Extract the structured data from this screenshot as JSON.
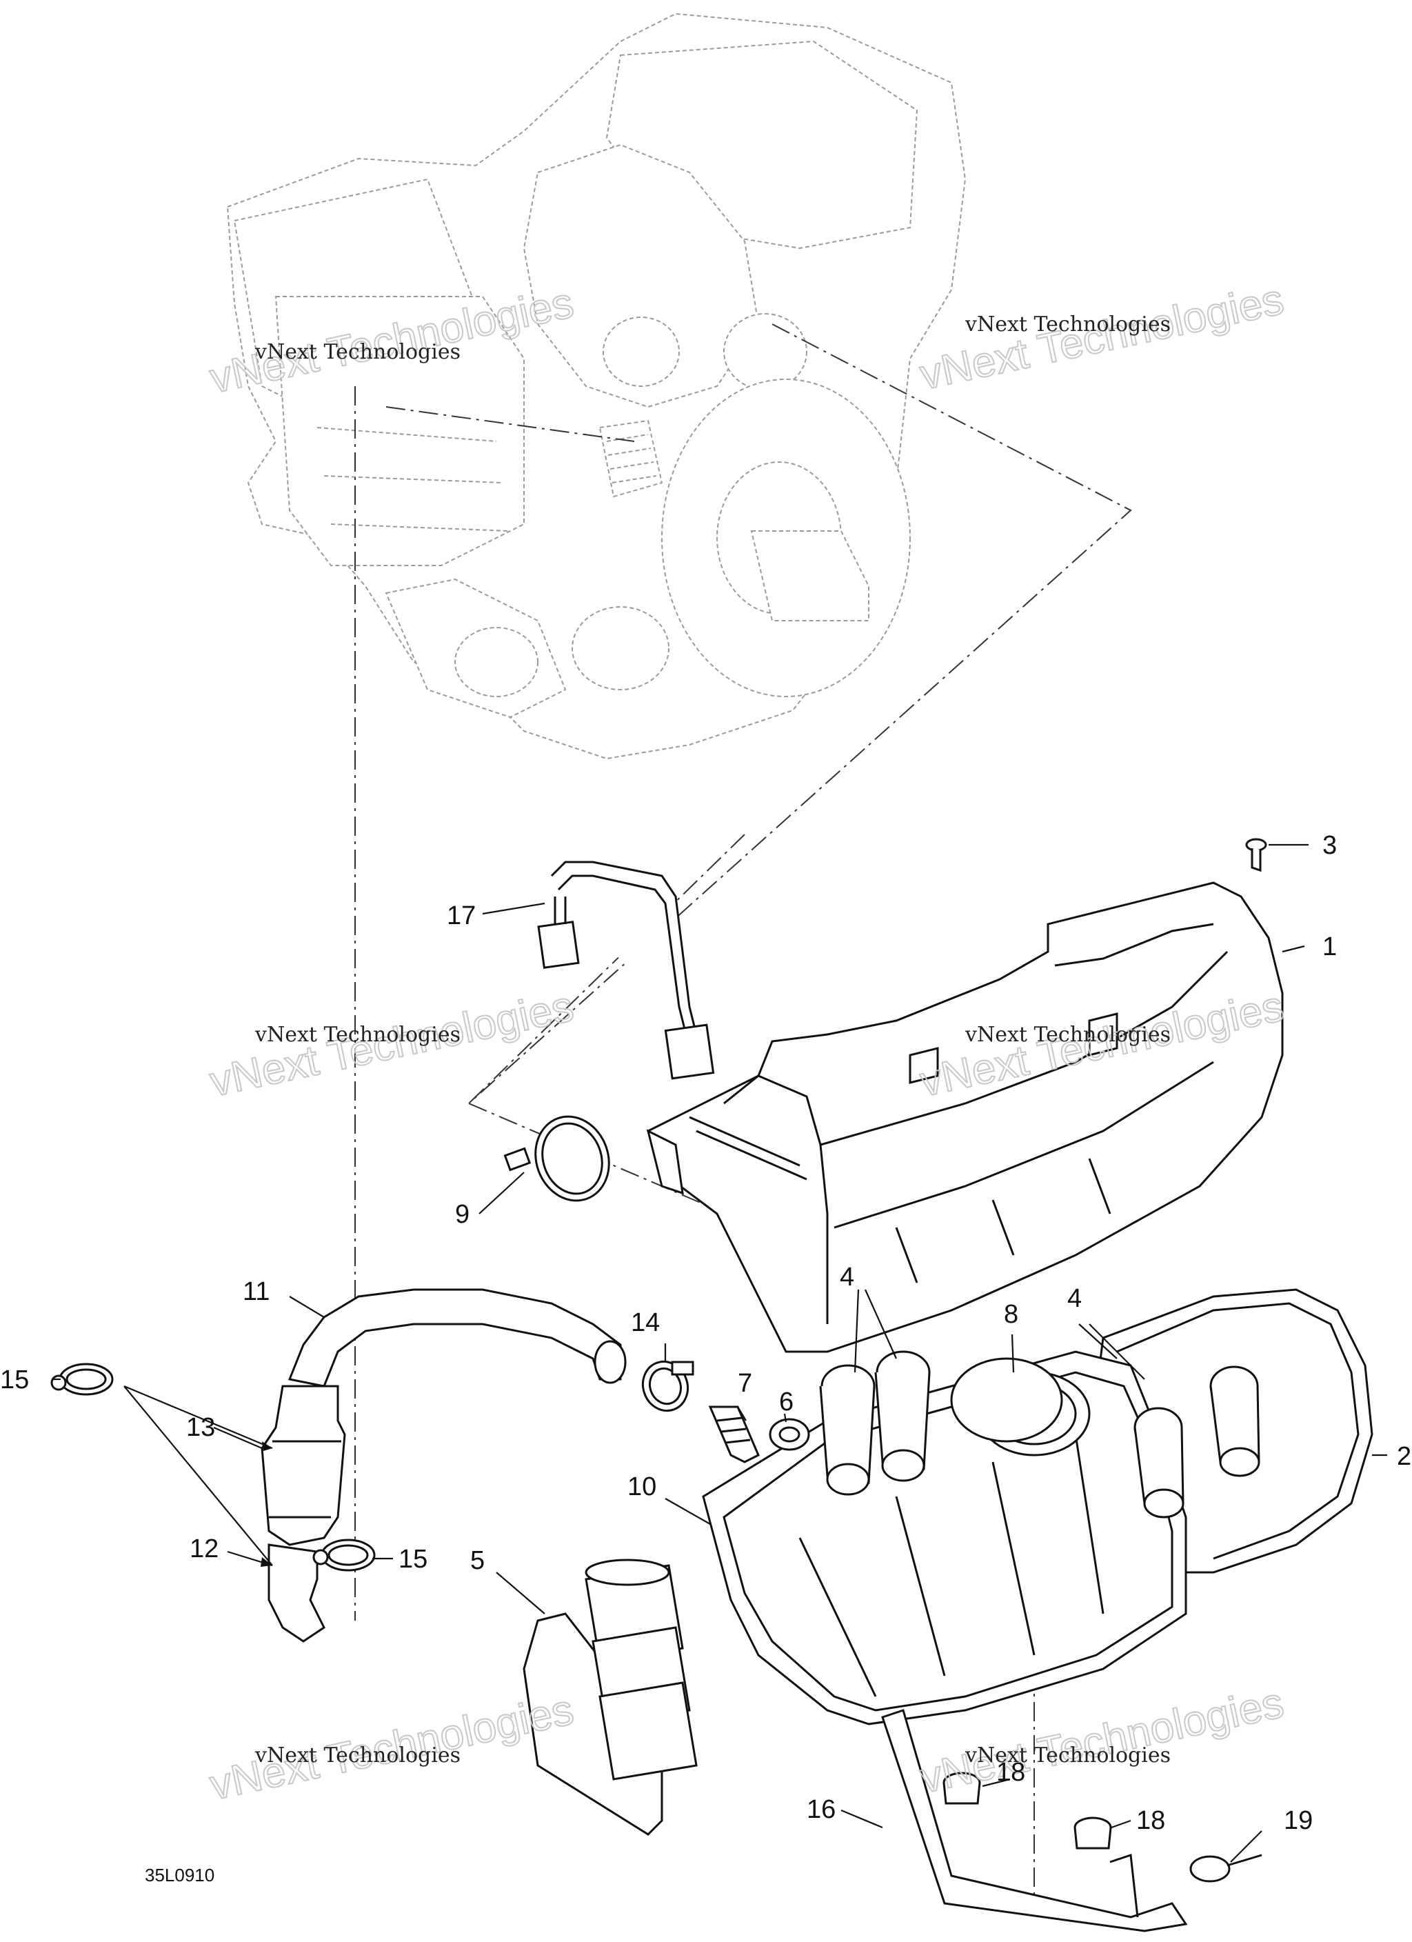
{
  "diagram": {
    "drawing_code": "35L0910",
    "watermark": {
      "line1": "vNext Technologies",
      "large": "vNext Technologies"
    },
    "callouts": {
      "c1": "1",
      "c2": "2",
      "c3": "3",
      "c4a": "4",
      "c4b": "4",
      "c5": "5",
      "c6": "6",
      "c7": "7",
      "c8": "8",
      "c9": "9",
      "c10": "10",
      "c11": "11",
      "c12": "12",
      "c13": "13",
      "c14": "14",
      "c15a": "15",
      "c15b": "15",
      "c16": "16",
      "c17": "17",
      "c18a": "18",
      "c18b": "18",
      "c19": "19"
    }
  }
}
